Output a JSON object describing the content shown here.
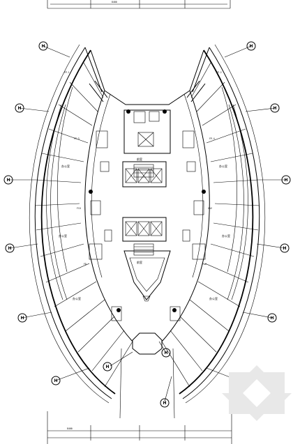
{
  "drawing": {
    "grid_tags_left": [
      "H",
      "H",
      "H",
      "H",
      "H",
      "H",
      "H"
    ],
    "grid_tags_right": [
      "H",
      "H",
      "H",
      "H",
      "H",
      "H",
      "H"
    ],
    "room_labels": {
      "left_top": "办公室",
      "right_top": "办公室",
      "left_mid": "办公室",
      "right_mid": "办公室",
      "left_low": "办公室",
      "right_low": "办公室",
      "center_top": "前室",
      "center_bottom": "前室"
    },
    "equipment_tags": [
      "FP-1",
      "FP-2",
      "FP-3",
      "FP-4",
      "FCU",
      "VAV",
      "FD",
      "PAU"
    ],
    "bottom_dim": "8400",
    "top_dim": "8400"
  }
}
